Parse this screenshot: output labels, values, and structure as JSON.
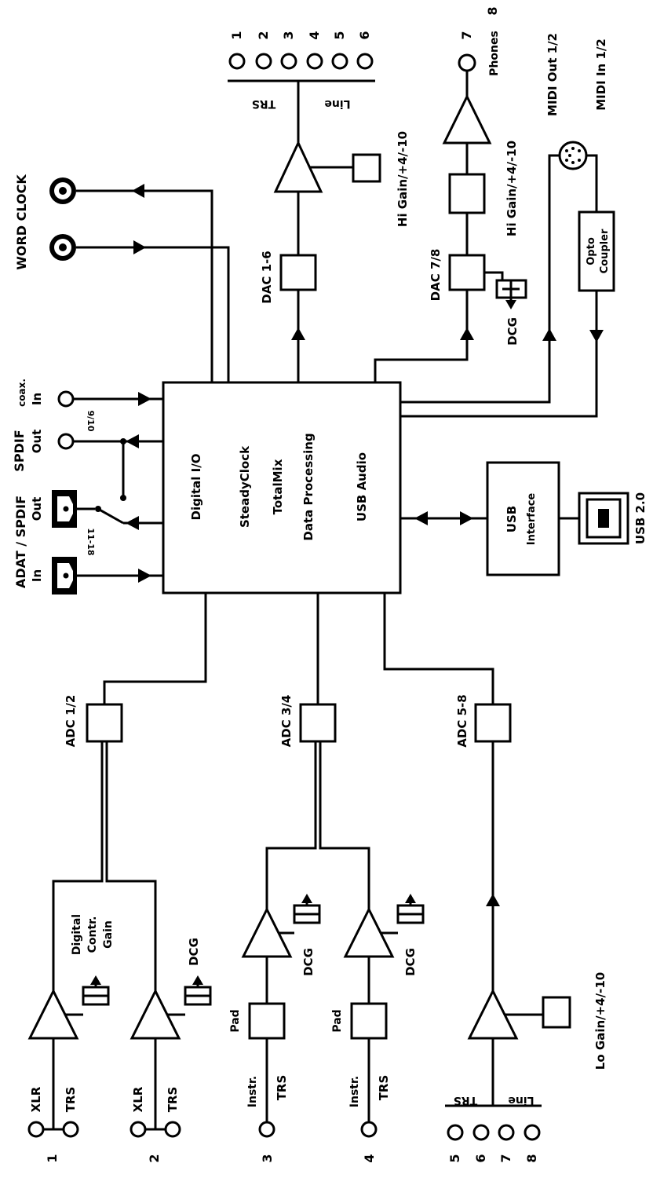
{
  "core": {
    "lines": [
      "Digital I/O",
      "SteadyClock",
      "TotalMix",
      "Data Processing",
      "USB Audio"
    ]
  },
  "usb_interface": {
    "line1": "USB",
    "line2": "Interface"
  },
  "usb_port_label": "USB 2.0",
  "word_clock_label": "WORD CLOCK",
  "spdif_coax": {
    "title": "SPDIF",
    "sub": "coax.",
    "in": "In",
    "out": "Out",
    "channels": "9/10"
  },
  "adat": {
    "title": "ADAT / SPDIF",
    "in": "In",
    "out": "Out",
    "channels": "11-18"
  },
  "dac16": {
    "label": "DAC 1-6",
    "gain": "Hi Gain/+4/-10",
    "line_label": "Line",
    "trs_label": "TRS",
    "channels": [
      "1",
      "2",
      "3",
      "4",
      "5",
      "6"
    ]
  },
  "dac78": {
    "label": "DAC 7/8",
    "dcg": "DCG",
    "gain": "Hi Gain/+4/-10",
    "phones": "Phones",
    "channels": [
      "7",
      "8"
    ]
  },
  "midi": {
    "out": "MIDI Out 1/2",
    "in": "MIDI In 1/2",
    "opto1": "Opto",
    "opto2": "Coupler"
  },
  "adc12": {
    "label": "ADC 1/2",
    "dcg": "DCG",
    "digital_gain": [
      "Digital",
      "Contr.",
      "Gain"
    ]
  },
  "adc34": {
    "label": "ADC 3/4",
    "dcg": "DCG",
    "pad": "Pad"
  },
  "adc58": {
    "label": "ADC 5-8",
    "gain": "Lo Gain/+4/-10",
    "line_label": "Line",
    "trs_label": "TRS",
    "channels": [
      "5",
      "6",
      "7",
      "8"
    ]
  },
  "inputs": {
    "ch1": {
      "num": "1",
      "xlr": "XLR",
      "trs": "TRS"
    },
    "ch2": {
      "num": "2",
      "xlr": "XLR",
      "trs": "TRS"
    },
    "ch3": {
      "num": "3",
      "instr": "Instr.",
      "trs": "TRS"
    },
    "ch4": {
      "num": "4",
      "instr": "Instr.",
      "trs": "TRS"
    }
  }
}
